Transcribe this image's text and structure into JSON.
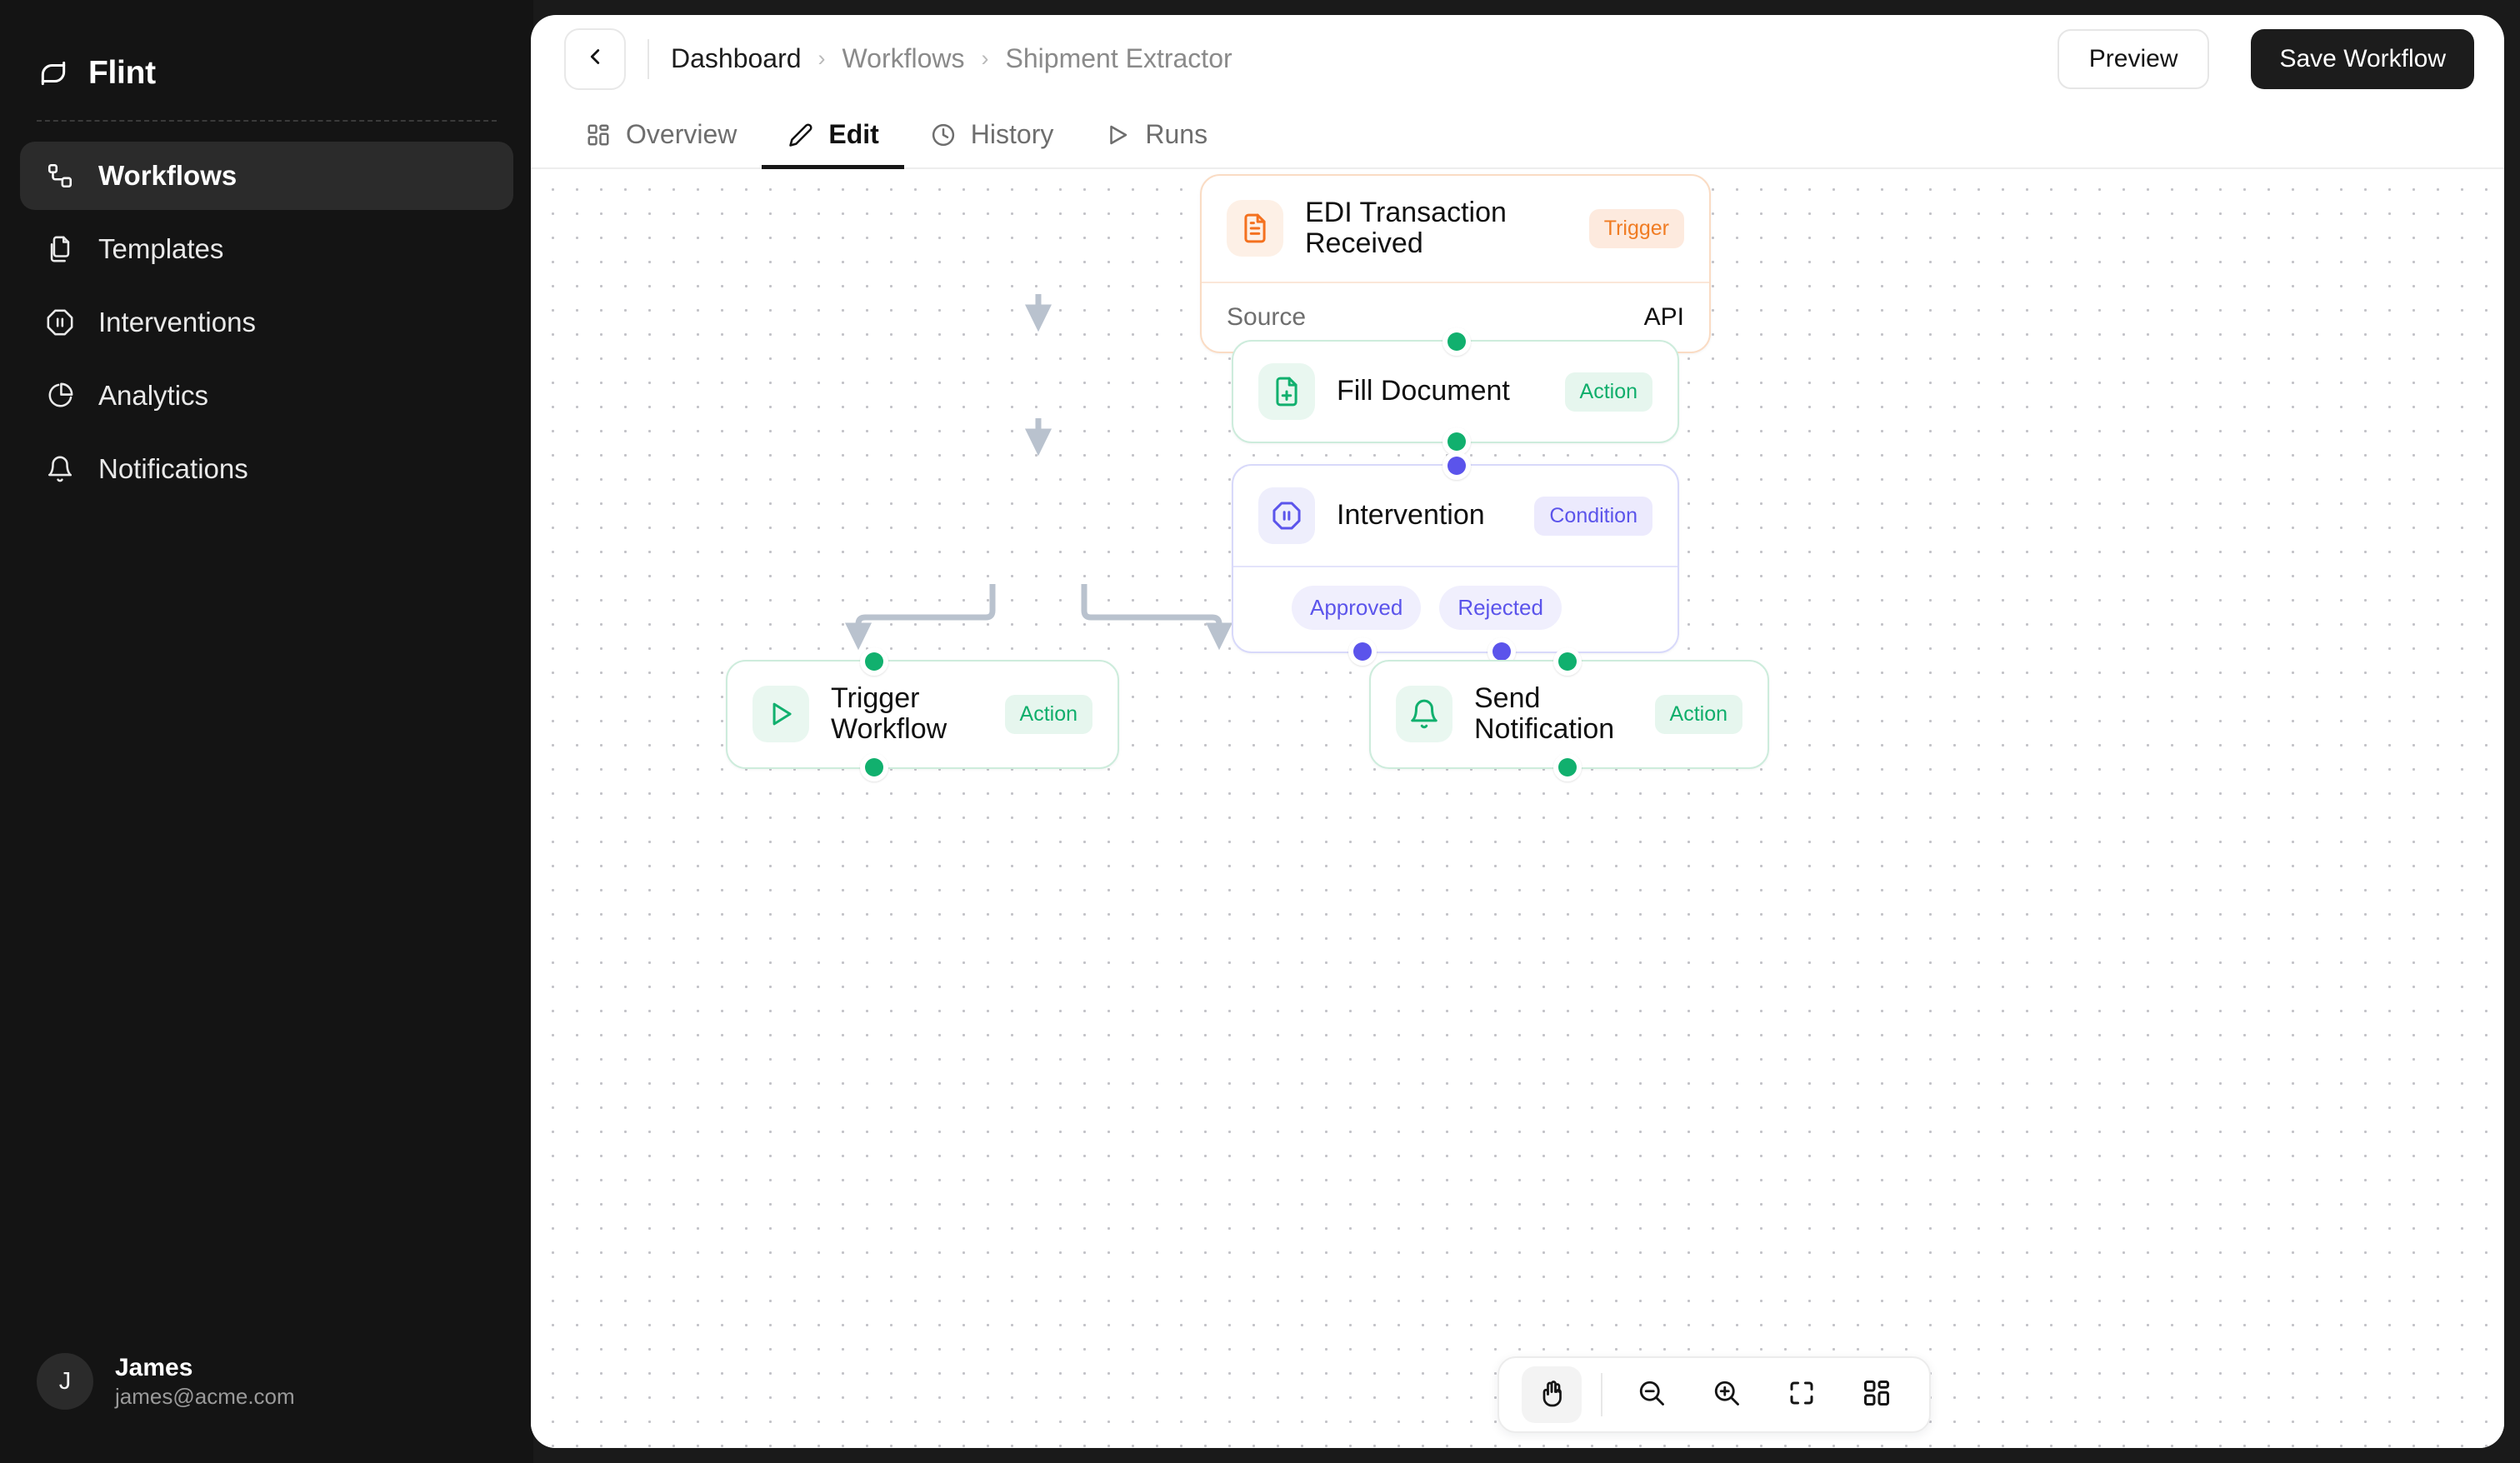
{
  "sidebar": {
    "brand": {
      "name": "Flint",
      "icon": "flint-logo-icon"
    },
    "items": [
      {
        "label": "Workflows",
        "icon": "workflow-icon",
        "active": true
      },
      {
        "label": "Templates",
        "icon": "templates-icon",
        "active": false
      },
      {
        "label": "Interventions",
        "icon": "intervention-icon",
        "active": false
      },
      {
        "label": "Analytics",
        "icon": "analytics-icon",
        "active": false
      },
      {
        "label": "Notifications",
        "icon": "bell-icon",
        "active": false
      }
    ],
    "user": {
      "initial": "J",
      "name": "James",
      "email": "james@acme.com"
    }
  },
  "header": {
    "back_icon": "chevron-left-icon",
    "breadcrumbs": [
      "Dashboard",
      "Workflows",
      "Shipment Extractor"
    ],
    "separator": "›",
    "preview_label": "Preview",
    "save_label": "Save Workflow"
  },
  "tabs": [
    {
      "label": "Overview",
      "icon": "grid-icon",
      "active": false
    },
    {
      "label": "Edit",
      "icon": "pencil-icon",
      "active": true
    },
    {
      "label": "History",
      "icon": "clock-icon",
      "active": false
    },
    {
      "label": "Runs",
      "icon": "play-icon",
      "active": false
    }
  ],
  "canvas": {
    "nodes": [
      {
        "id": "edi-transaction-received",
        "title": "EDI Transaction Received",
        "badge": "Trigger",
        "kind": "trigger",
        "icon": "document-text-icon",
        "detail": {
          "key": "Source",
          "value": "API"
        }
      },
      {
        "id": "fill-document",
        "title": "Fill Document",
        "badge": "Action",
        "kind": "action",
        "icon": "file-plus-icon"
      },
      {
        "id": "intervention",
        "title": "Intervention",
        "badge": "Condition",
        "kind": "condition",
        "icon": "octagon-pause-icon",
        "branches": [
          "Approved",
          "Rejected"
        ]
      },
      {
        "id": "trigger-workflow",
        "title": "Trigger Workflow",
        "badge": "Action",
        "kind": "action",
        "icon": "play-icon"
      },
      {
        "id": "send-notification",
        "title": "Send Notification",
        "badge": "Action",
        "kind": "action",
        "icon": "bell-icon"
      }
    ]
  },
  "toolbar": {
    "buttons": [
      {
        "name": "pan-tool",
        "icon": "hand-icon",
        "active": true
      },
      {
        "name": "zoom-out",
        "icon": "zoom-out-icon",
        "active": false
      },
      {
        "name": "zoom-in",
        "icon": "zoom-in-icon",
        "active": false
      },
      {
        "name": "fit-view",
        "icon": "fit-view-icon",
        "active": false
      },
      {
        "name": "mini-map",
        "icon": "grid-icon",
        "active": false
      }
    ]
  },
  "colors": {
    "trigger": "#f4711f",
    "action": "#11b06e",
    "condition": "#5b54eb",
    "edge": "#b9c2ce",
    "dark": "#1c1c1c"
  }
}
